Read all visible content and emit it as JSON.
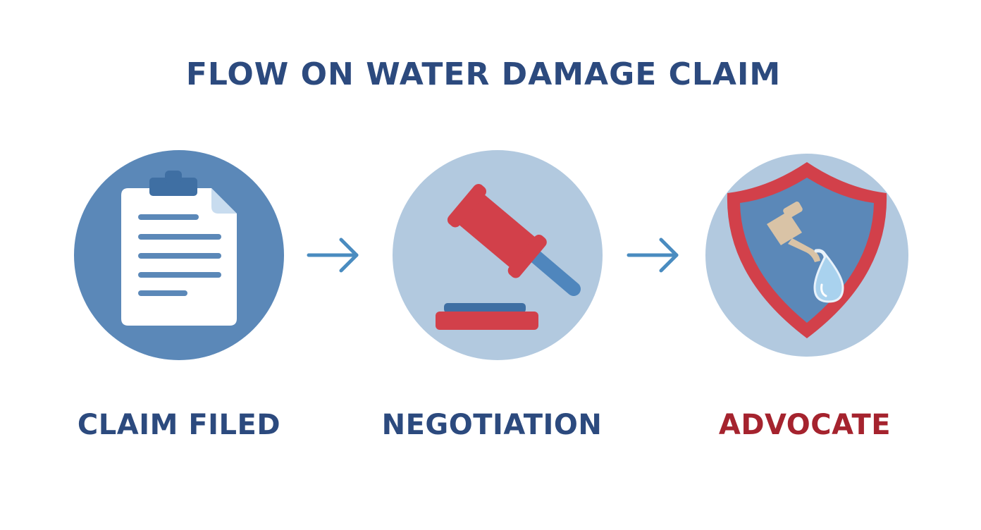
{
  "title": "FLOW ON WATER DAMAGE CLAIM",
  "colors": {
    "title": "#2c4a7e",
    "primary_blue": "#5b88b8",
    "light_blue": "#b2c9df",
    "red": "#d2404a",
    "dark_red": "#a5232e",
    "arrow": "#4a8cc0"
  },
  "steps": [
    {
      "label": "CLAIM FILED",
      "icon": "clipboard-icon",
      "label_color": "#2c4a7e"
    },
    {
      "label": "NEGOTIATION",
      "icon": "gavel-icon",
      "label_color": "#2c4a7e"
    },
    {
      "label": "ADVOCATE",
      "icon": "shield-icon",
      "label_color": "#a5232e"
    }
  ],
  "connectors": [
    "arrow-right-icon",
    "arrow-right-icon"
  ]
}
